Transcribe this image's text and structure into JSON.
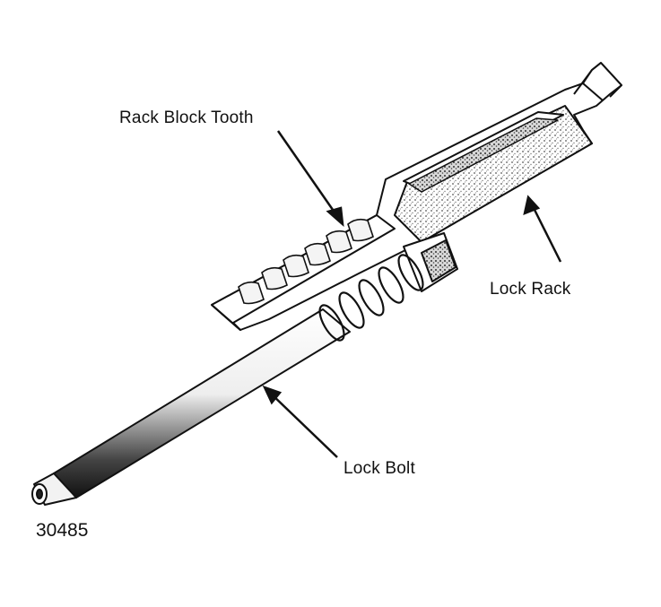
{
  "labels": {
    "rack_block_tooth": "Rack Block Tooth",
    "lock_rack": "Lock Rack",
    "lock_bolt": "Lock Bolt"
  },
  "figure_number": "30485",
  "colors": {
    "line": "#111111",
    "paper": "#ffffff",
    "shade": "#8a8a8a"
  }
}
